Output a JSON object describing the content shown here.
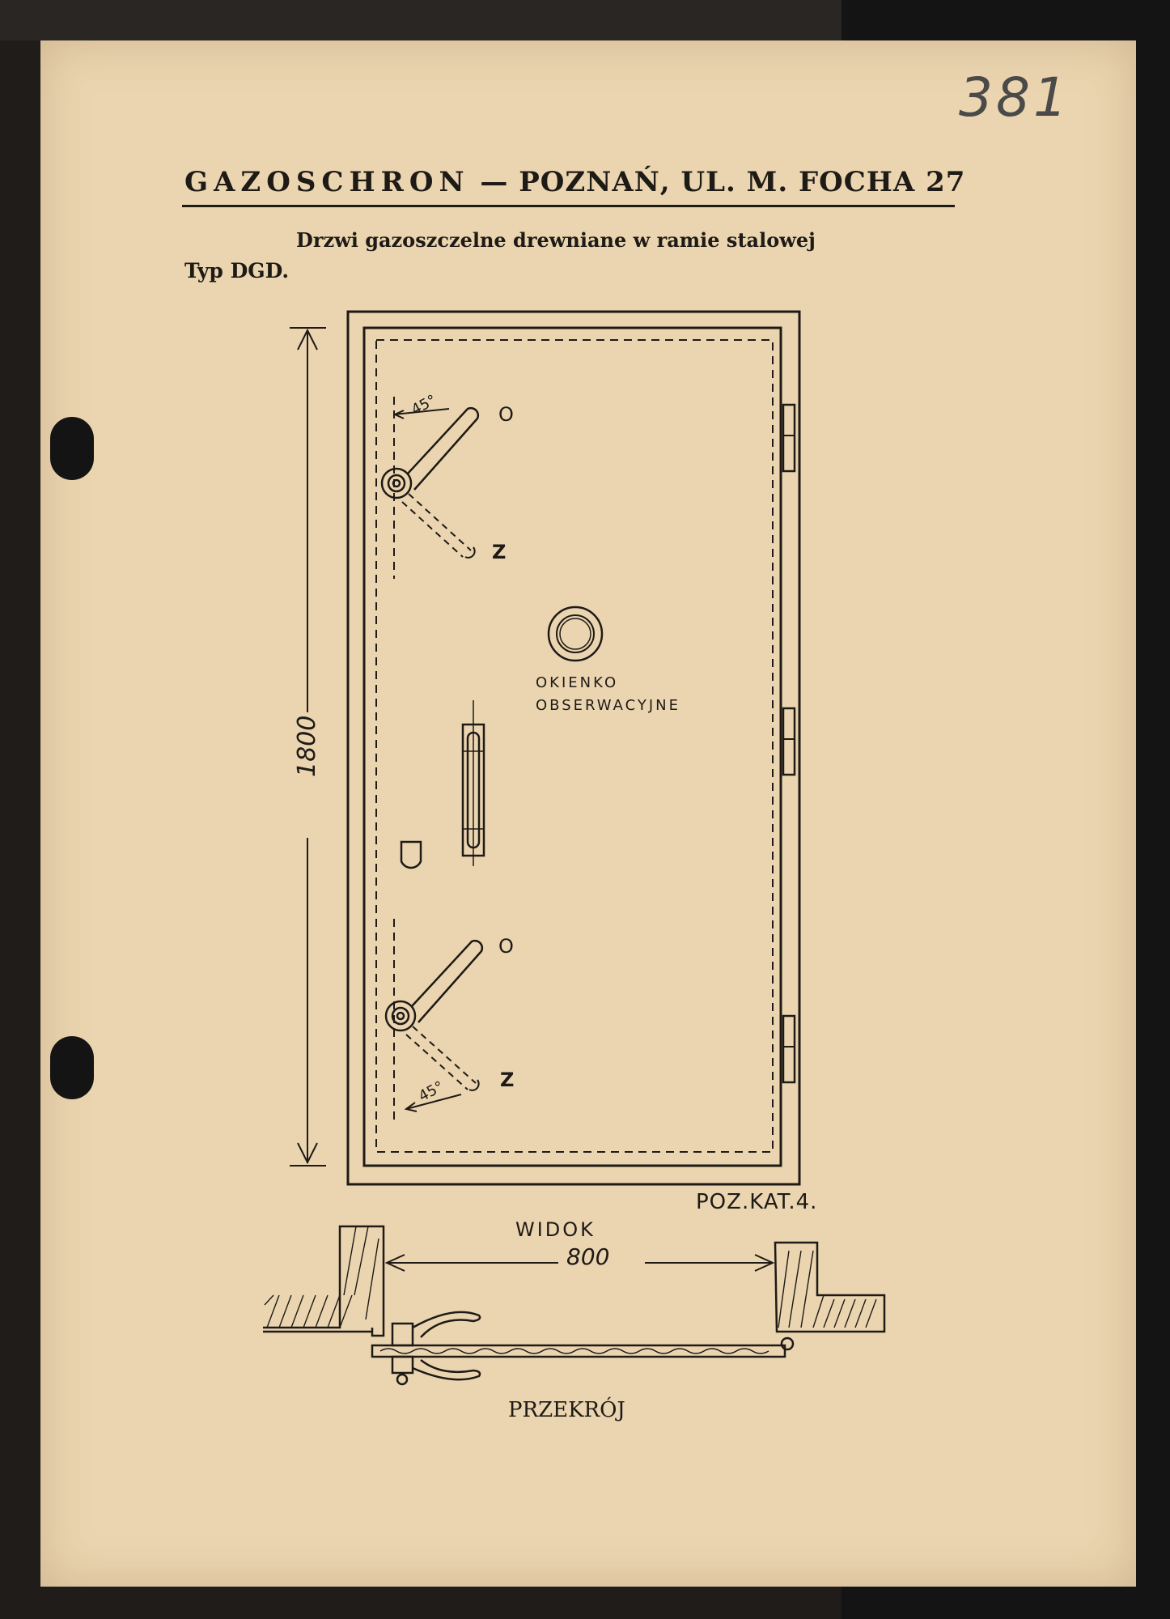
{
  "archive_number": "381",
  "header": {
    "company": "GAZOSCHRON",
    "separator": "—",
    "address": "POZNAŃ, UL. M. FOCHA 27"
  },
  "subtitle": "Drzwi gazoszczelne drewniane w ramie stalowej",
  "type_label": "Typ DGD.",
  "drawing": {
    "height_dimension": "1800",
    "width_dimension": "800",
    "angle_upper": "45°",
    "angle_lower": "45°",
    "lever_open_upper": "O",
    "lever_closed_upper": "Z",
    "lever_open_lower": "O",
    "lever_closed_lower": "Z",
    "window_label_line1": "OKIENKO",
    "window_label_line2": "OBSERWACYJNE",
    "catalog_position": "POZ.KAT.4.",
    "view_label": "WIDOK",
    "section_label": "PRZEKRÓJ"
  },
  "colors": {
    "paper": "#ebd5b0",
    "ink": "#1e1a16",
    "scan_background": "#141414"
  }
}
